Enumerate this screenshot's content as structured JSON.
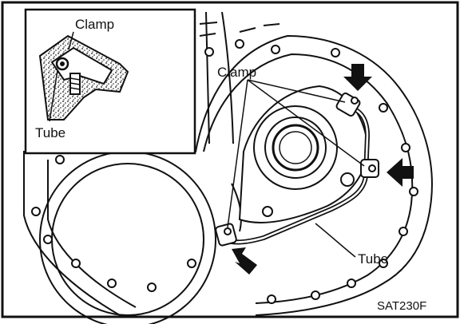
{
  "labels": {
    "inset_clamp": "Clamp",
    "inset_tube": "Tube",
    "main_clamp": "Clamp",
    "main_tube": "Tube"
  },
  "figure_code": "SAT230F",
  "colors": {
    "ink": "#111111",
    "paper": "#ffffff"
  }
}
